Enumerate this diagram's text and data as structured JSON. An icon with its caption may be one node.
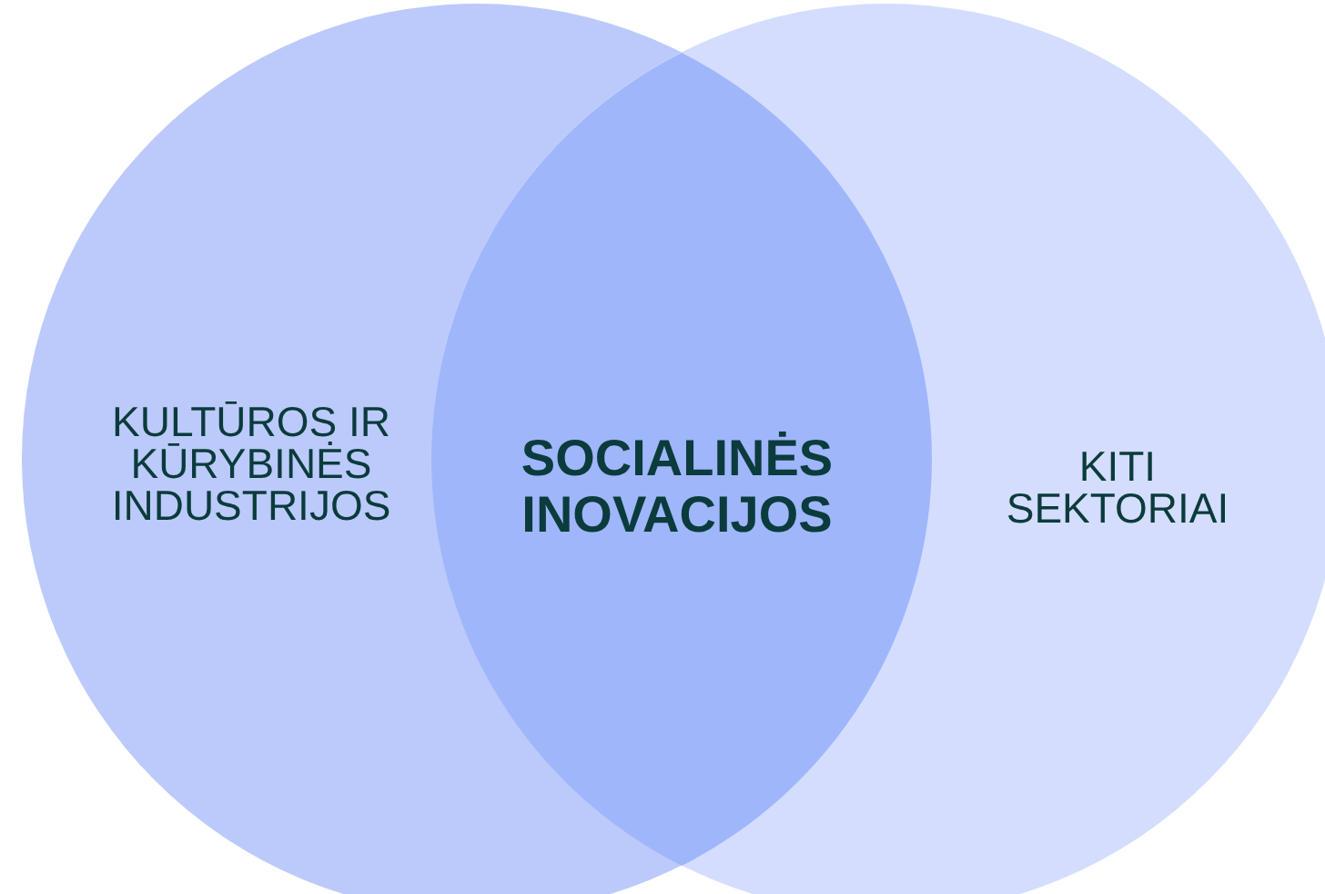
{
  "diagram": {
    "nodes": [
      {
        "text": [
          "KULTŪROS IR KŪRYBINĖS INDUSTRIJOS"
        ]
      },
      {
        "text": [
          "KITI SEKTORIAI"
        ]
      },
      {
        "text": [
          "SOCIALINĖS INOVACIJOS"
        ]
      }
    ]
  }
}
